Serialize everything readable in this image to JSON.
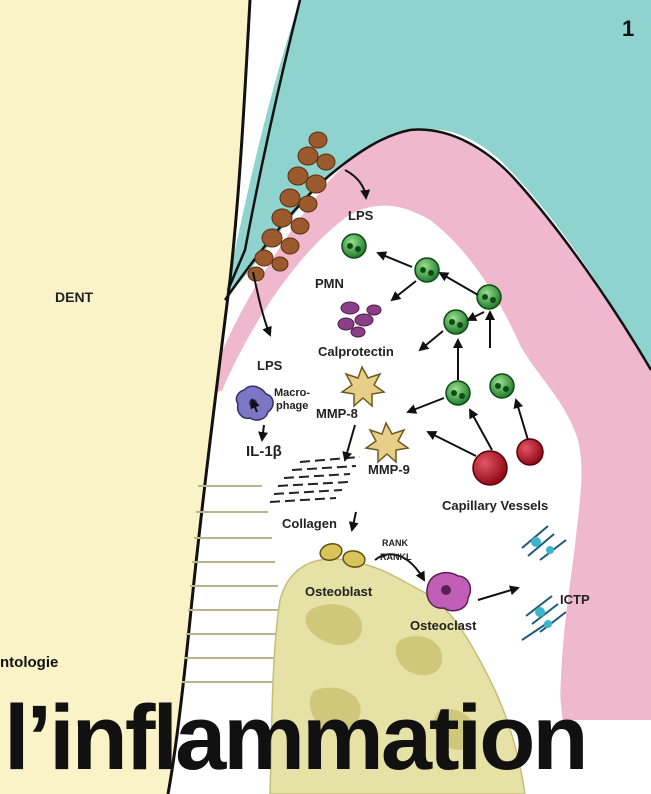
{
  "page_number": "1",
  "section_fragment": "ntologie",
  "title_fragment": "l’inflammation",
  "diagram": {
    "tooth_label": "DENT",
    "labels": {
      "lps_top": "LPS",
      "pmn": "PMN",
      "calprotectin": "Calprotectin",
      "lps_left": "LPS",
      "macrophage_line1": "Macro-",
      "macrophage_line2": "phage",
      "il1b": "IL-1β",
      "mmp8": "MMP-8",
      "mmp9": "MMP-9",
      "capillary_vessels": "Capillary Vessels",
      "collagen": "Collagen",
      "rank": "RANK",
      "rankl": "RANKL",
      "osteoblast": "Osteoblast",
      "osteoclast": "Osteoclast",
      "ctp": "ICTP"
    }
  },
  "colors": {
    "tooth": "#faf3c8",
    "gingiva_teal": "#8fd3cf",
    "gingiva_pink": "#efb8cc",
    "bone": "#e6e2a6",
    "pmn_green": "#2e9a3c",
    "calprotectin_purple": "#8a3f86",
    "vessel_red": "#b8101e"
  }
}
